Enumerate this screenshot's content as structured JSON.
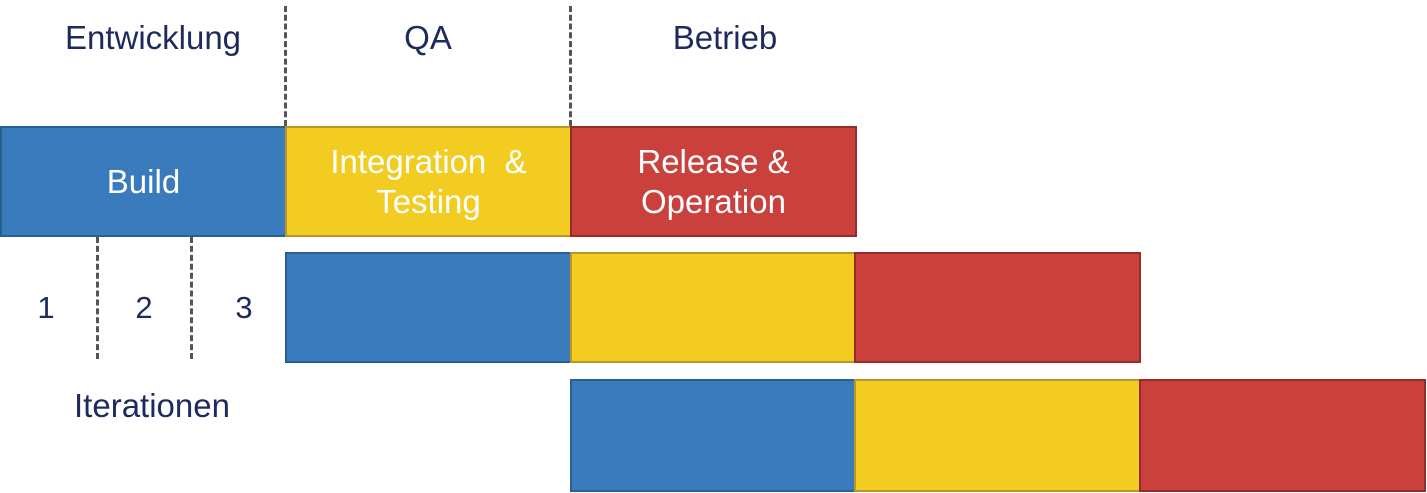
{
  "headers": {
    "development": "Entwicklung",
    "qa": "QA",
    "operations": "Betrieb"
  },
  "phases": {
    "build": "Build",
    "integration_line1": "Integration  &",
    "integration_line2": "Testing",
    "release_line1": "Release &",
    "release_line2": "Operation"
  },
  "iterations": {
    "numbers": [
      "1",
      "2",
      "3"
    ],
    "label": "Iterationen"
  },
  "colors": {
    "build": "#3a7bbd",
    "integration": "#f2cc21",
    "release": "#c9403d",
    "text_dark": "#1f2a5c"
  }
}
